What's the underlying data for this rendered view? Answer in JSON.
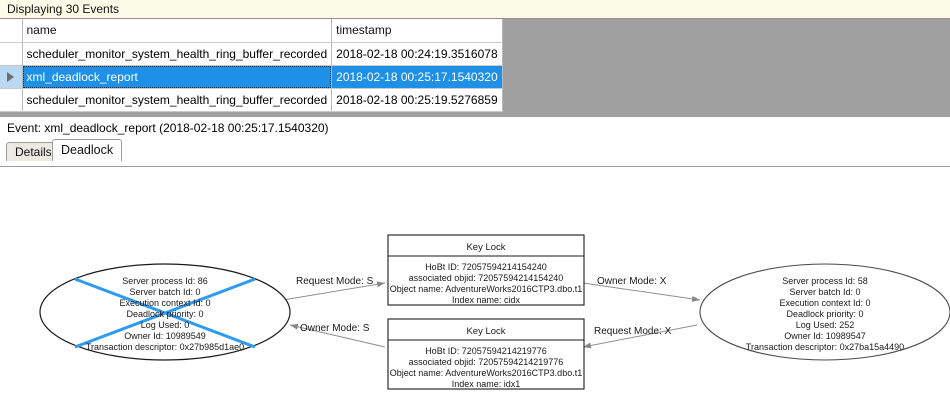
{
  "banner": {
    "text": "Displaying 30 Events"
  },
  "grid": {
    "columns": [
      "name",
      "timestamp"
    ],
    "rows": [
      {
        "handle": "",
        "name": "scheduler_monitor_system_health_ring_buffer_recorded",
        "timestamp": "2018-02-18 00:24:19.3516078",
        "selected": false
      },
      {
        "handle": "row-arrow-icon",
        "name": "xml_deadlock_report",
        "timestamp": "2018-02-18 00:25:17.1540320",
        "selected": true
      },
      {
        "handle": "",
        "name": "scheduler_monitor_system_health_ring_buffer_recorded",
        "timestamp": "2018-02-18 00:25:19.5276859",
        "selected": false
      }
    ]
  },
  "event_caption": {
    "text": "Event: xml_deadlock_report (2018-02-18 00:25:17.1540320)"
  },
  "tabs": [
    {
      "label": "Details",
      "active": false
    },
    {
      "label": "Deadlock",
      "active": true
    }
  ],
  "deadlock_graph": {
    "victim_marker_color": "#2e9bf0",
    "process_left": {
      "title": "process-node-left",
      "victim": true,
      "lines": [
        "Server process Id: 86",
        "Server batch Id: 0",
        "Execution context Id: 0",
        "Deadlock priority: 0",
        "Log Used: 0",
        "Owner Id: 10989549",
        "Transaction descriptor: 0x27b985d1ae0"
      ]
    },
    "process_right": {
      "title": "process-node-right",
      "victim": false,
      "lines": [
        "Server process Id: 58",
        "Server batch Id: 0",
        "Execution context Id: 0",
        "Deadlock priority: 0",
        "Log Used: 252",
        "Owner Id: 10989547",
        "Transaction descriptor: 0x27ba15a4490"
      ]
    },
    "resource_top": {
      "title": "Key Lock",
      "lines": [
        "HoBt ID: 72057594214154240",
        "associated objid: 72057594214154240",
        "Object name: AdventureWorks2016CTP3.dbo.t1",
        "Index name: cidx"
      ]
    },
    "resource_bottom": {
      "title": "Key Lock",
      "lines": [
        "HoBt ID: 72057594214219776",
        "associated objid: 72057594214219776",
        "Object name: AdventureWorks2016CTP3.dbo.t1",
        "Index name: idx1"
      ]
    },
    "edges": [
      {
        "id": "left-request-top",
        "label": "Request Mode: S"
      },
      {
        "id": "top-owner-right",
        "label": "Owner Mode: X"
      },
      {
        "id": "bottom-owner-left",
        "label": "Owner Mode: S"
      },
      {
        "id": "right-request-bottom",
        "label": "Request Mode: X"
      }
    ]
  }
}
